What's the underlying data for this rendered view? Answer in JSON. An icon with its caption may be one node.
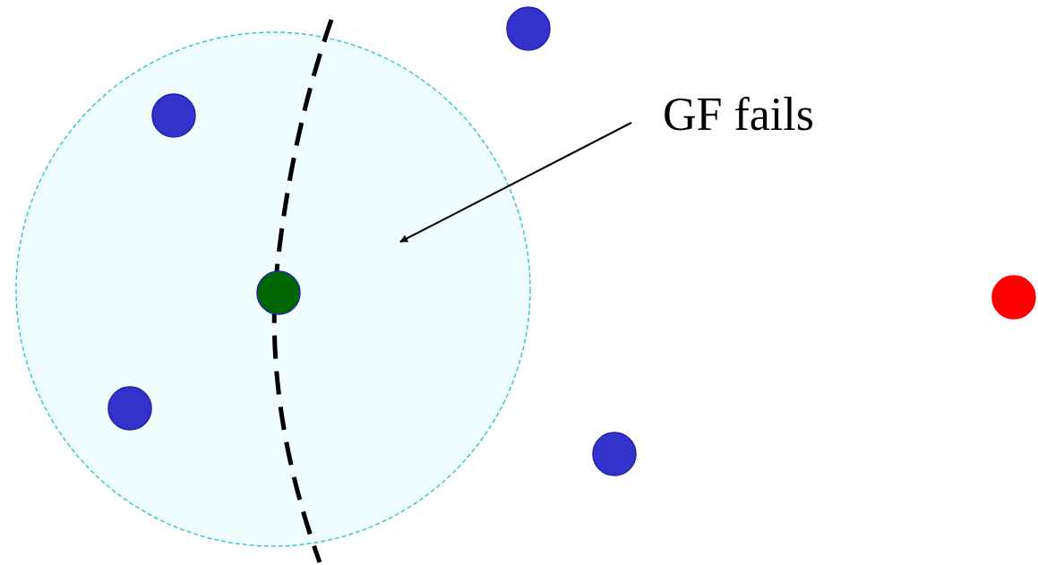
{
  "diagram": {
    "nodes": [
      {
        "text": [
          "GF fails"
        ]
      },
      {
        "text": [],
        "shape": "circle"
      }
    ],
    "edges": [
      {
        "from": 0,
        "to": 1,
        "arrow": "to"
      }
    ]
  }
}
